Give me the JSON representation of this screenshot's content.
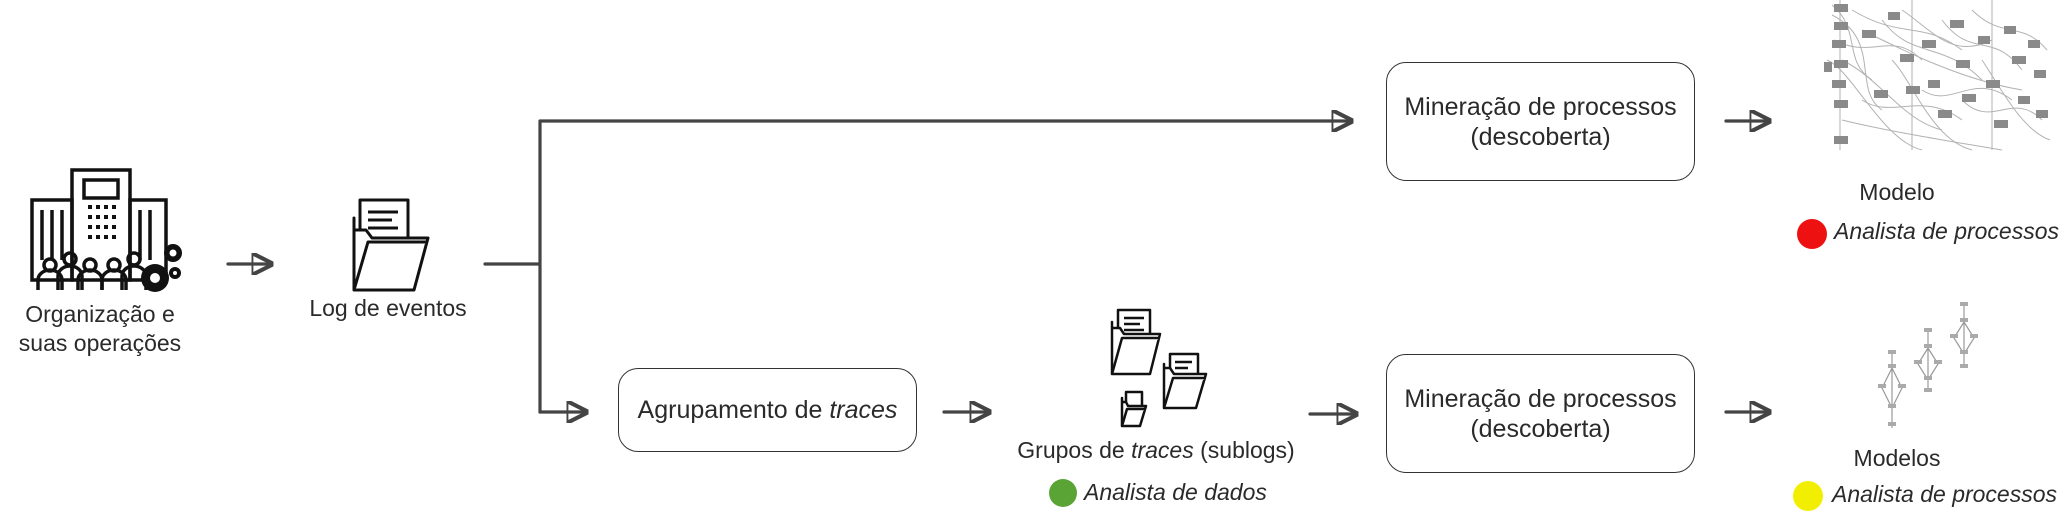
{
  "colors": {
    "red_dot": "#ee1111",
    "yellow_dot": "#f2ee00",
    "green_dot": "#5aa436",
    "stroke": "#444444"
  },
  "nodes": {
    "organization": {
      "line1": "Organização e",
      "line2": "suas operações",
      "icon": "building-gears-icon"
    },
    "event_log": {
      "label": "Log de eventos",
      "icon": "folder-documents-icon"
    },
    "clustering": {
      "prefix": "Agrupamento de ",
      "italic": "traces"
    },
    "sublogs": {
      "prefix": "Grupos de ",
      "italic": "traces",
      "suffix": " (sublogs)",
      "icon": "multiple-folders-icon"
    },
    "mining_top": {
      "line1": "Mineração de processos",
      "line2": "(descoberta)"
    },
    "mining_bottom": {
      "line1": "Mineração de processos",
      "line2": "(descoberta)"
    },
    "model_top": {
      "label": "Modelo",
      "icon": "process-model-graph-icon"
    },
    "models_bottom": {
      "label": "Modelos",
      "icon": "process-models-small-icon"
    }
  },
  "roles": {
    "top": "Analista de processos",
    "sublogs": "Analista de dados",
    "bottom": "Analista de processos"
  }
}
